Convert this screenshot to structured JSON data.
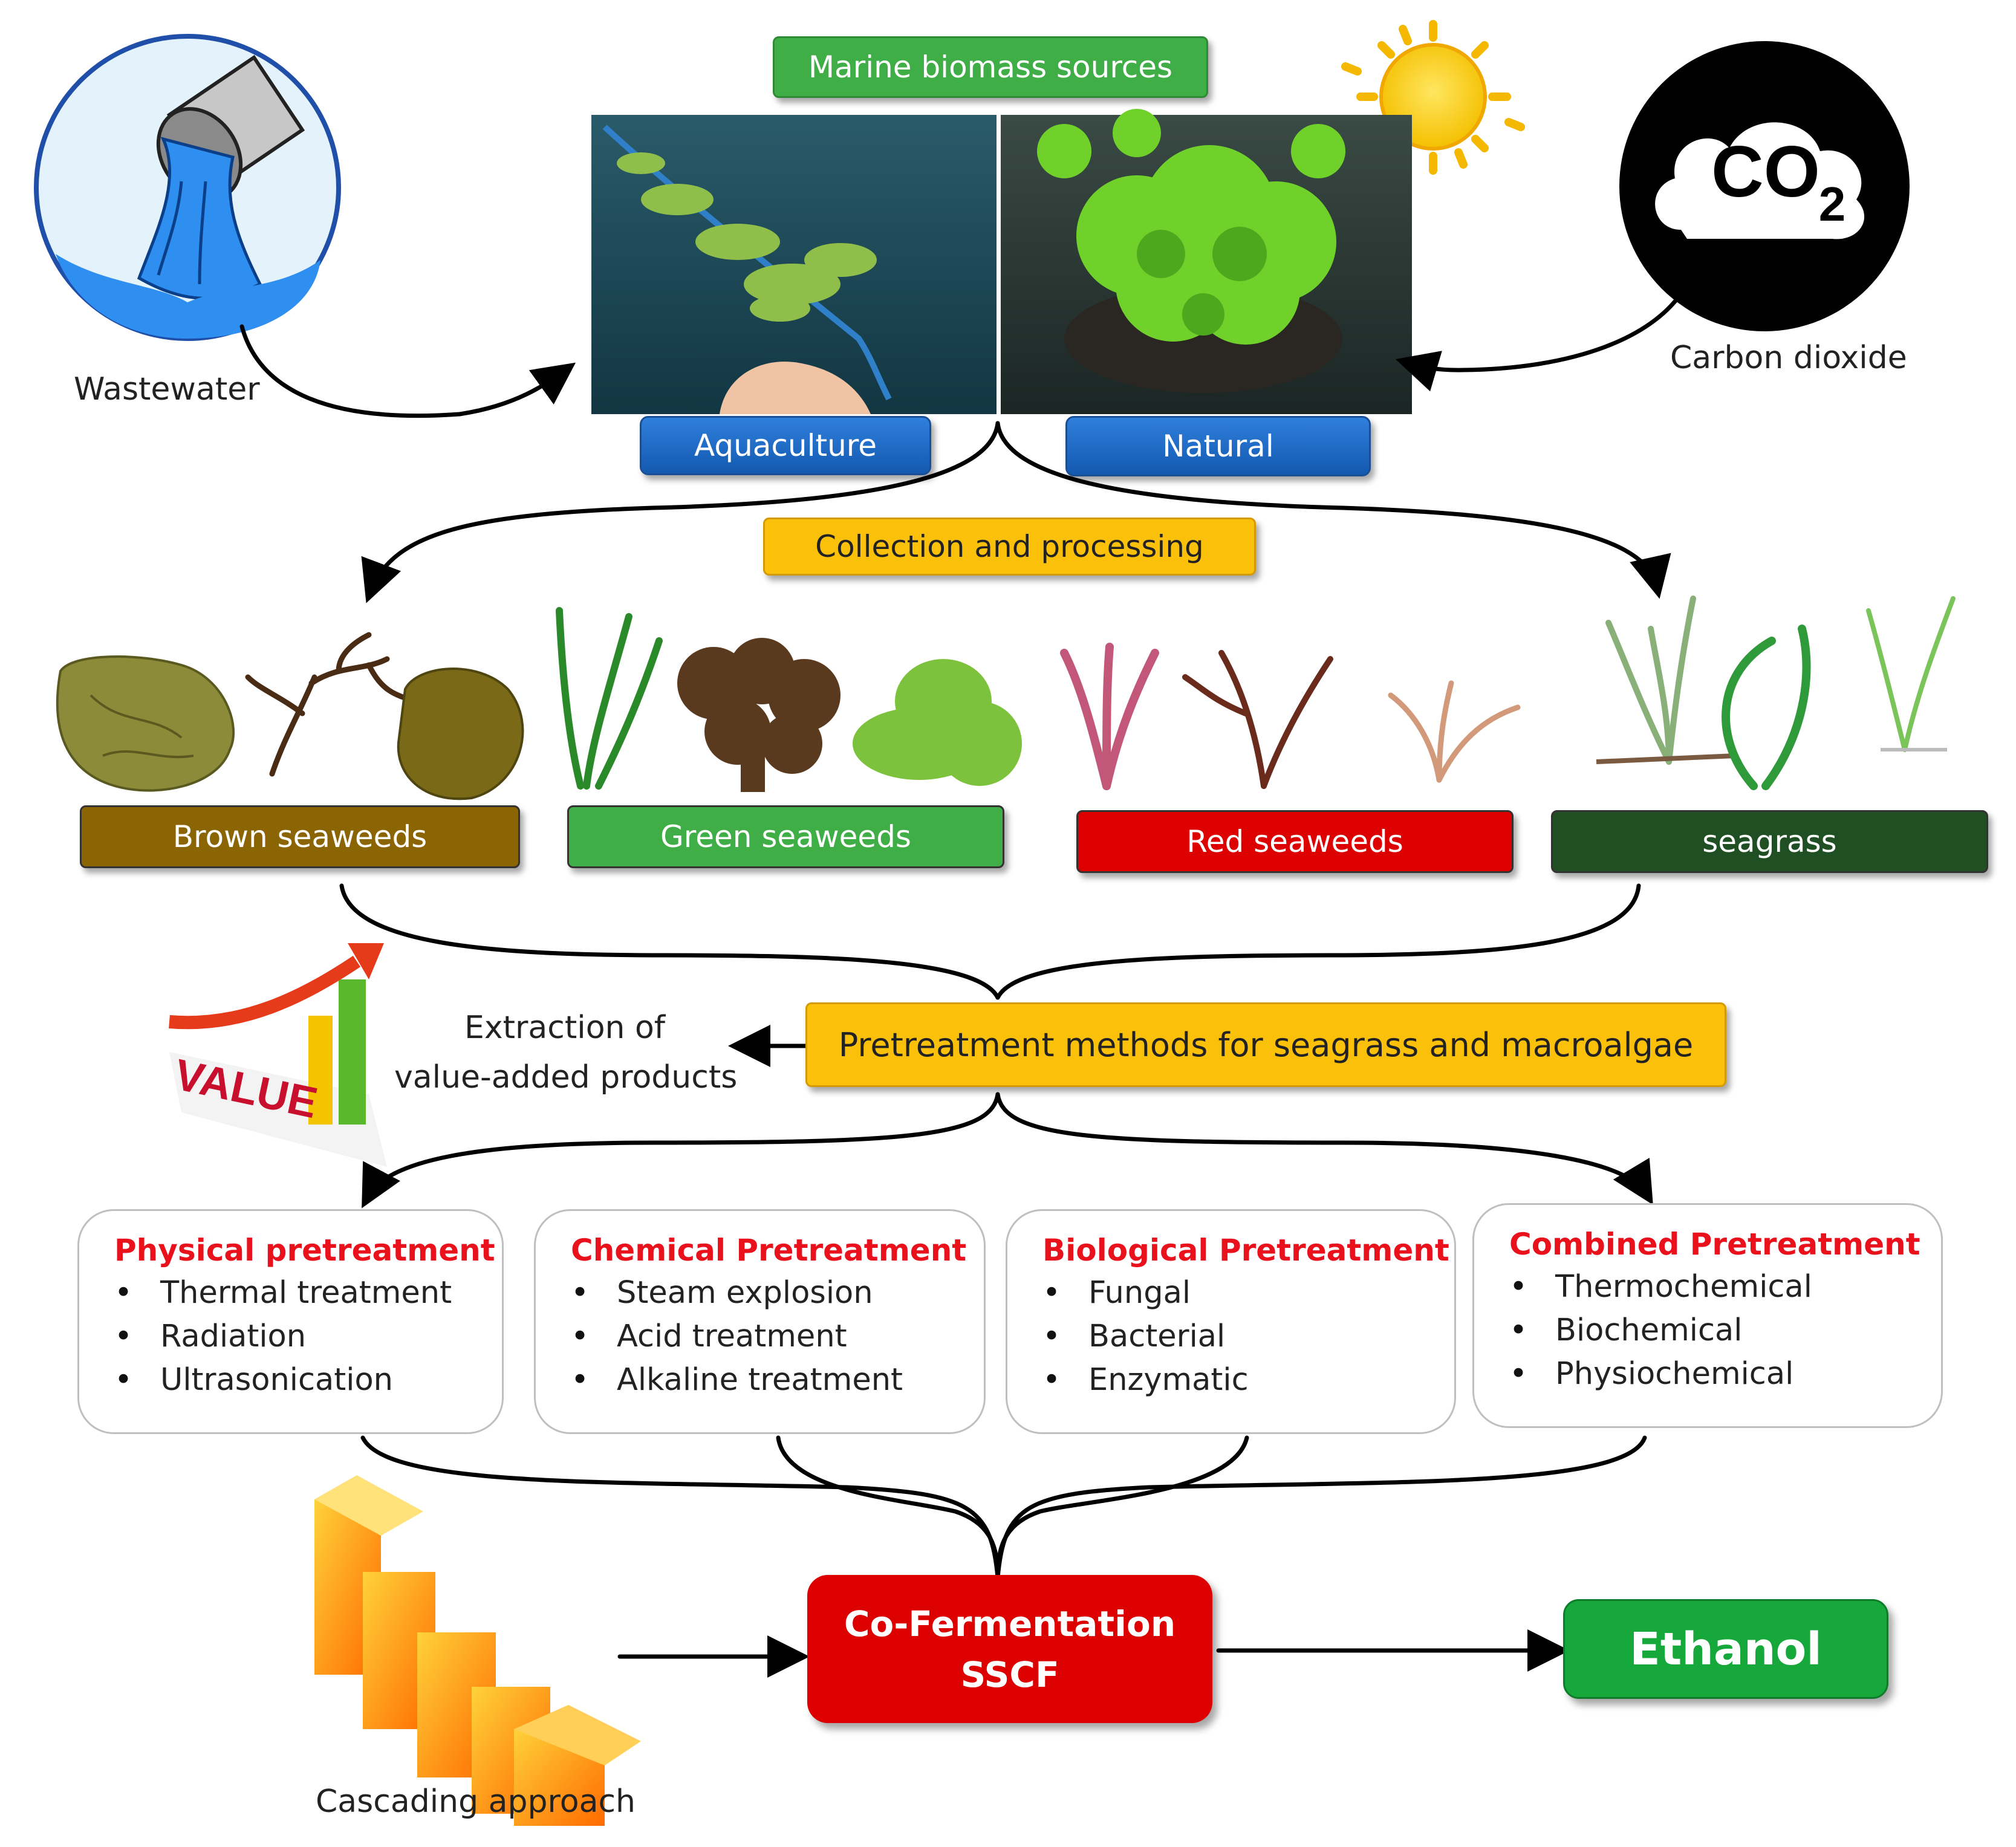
{
  "marine_biomass": {
    "title": "Marine biomass sources",
    "aquaculture": "Aquaculture",
    "natural": "Natural"
  },
  "inputs": {
    "wastewater": "Wastewater",
    "co2_main": "CO",
    "co2_sub": "2",
    "carbon_dioxide": "Carbon dioxide"
  },
  "collection": "Collection and processing",
  "seaweeds": {
    "brown": "Brown seaweeds",
    "green": "Green seaweeds",
    "red": "Red seaweeds",
    "seagrass": "seagrass"
  },
  "pretreatment": {
    "title": "Pretreatment methods for seagrass and macroalgae"
  },
  "value_added": {
    "line1": "Extraction of",
    "line2": "value-added products",
    "icon_text": "VALUE"
  },
  "methods": [
    {
      "title": "Physical pretreatment",
      "items": [
        "Thermal treatment",
        "Radiation",
        "Ultrasonication"
      ]
    },
    {
      "title": "Chemical Pretreatment",
      "items": [
        "Steam explosion",
        "Acid treatment",
        "Alkaline treatment"
      ]
    },
    {
      "title": "Biological Pretreatment",
      "items": [
        "Fungal",
        "Bacterial",
        "Enzymatic"
      ]
    },
    {
      "title": "Combined Pretreatment",
      "items": [
        "Thermochemical",
        "Biochemical",
        "Physiochemical"
      ]
    }
  ],
  "fermentation": {
    "line1": "Co-Fermentation",
    "line2": "SSCF"
  },
  "ethanol": "Ethanol",
  "cascading": "Cascading approach",
  "colors": {
    "green": "#3fae46",
    "blue": "#1a64c4",
    "orange": "#fbc00a",
    "brown": "#8b6404",
    "red": "#dd0000",
    "dark_green": "#1f4f22",
    "ethanol_green": "#17a83b",
    "title_red": "#e8111c"
  }
}
